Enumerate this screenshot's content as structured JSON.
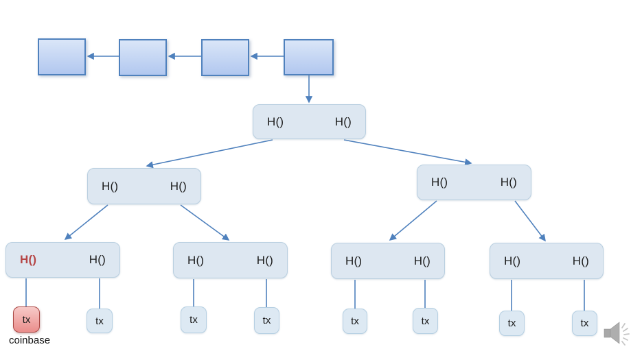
{
  "chain": {
    "block_count": 4
  },
  "merkle": {
    "root": {
      "h_left": "H()",
      "h_right": "H()"
    },
    "internal_left": {
      "h_left": "H()",
      "h_right": "H()"
    },
    "internal_right": {
      "h_left": "H()",
      "h_right": "H()"
    },
    "leaf_nodes": [
      {
        "h_left": "H()",
        "h_right": "H()",
        "h_left_highlighted": true
      },
      {
        "h_left": "H()",
        "h_right": "H()"
      },
      {
        "h_left": "H()",
        "h_right": "H()"
      },
      {
        "h_left": "H()",
        "h_right": "H()"
      }
    ],
    "tx_labels": [
      "tx",
      "tx",
      "tx",
      "tx",
      "tx",
      "tx",
      "tx",
      "tx"
    ],
    "coinbase_caption": "coinbase"
  },
  "icons": {
    "audio": "speaker-icon"
  },
  "colors": {
    "arrow-blue": "#4f81bd",
    "chain-top": "#dae6f8",
    "chain-bottom": "#b1c7ef",
    "chain-border": "#4f81bd",
    "hash-node-fill": "#dde7f1",
    "hash-node-border": "#b9cfe0",
    "tx-fill": "#dde9f3",
    "tx-border": "#b5cfe2",
    "coinbase-top": "#f7cac8",
    "coinbase-bottom": "#ea8d8b",
    "coinbase-border": "#aa4743",
    "highlight-red": "#b54545",
    "speaker-gray": "#ababab"
  }
}
